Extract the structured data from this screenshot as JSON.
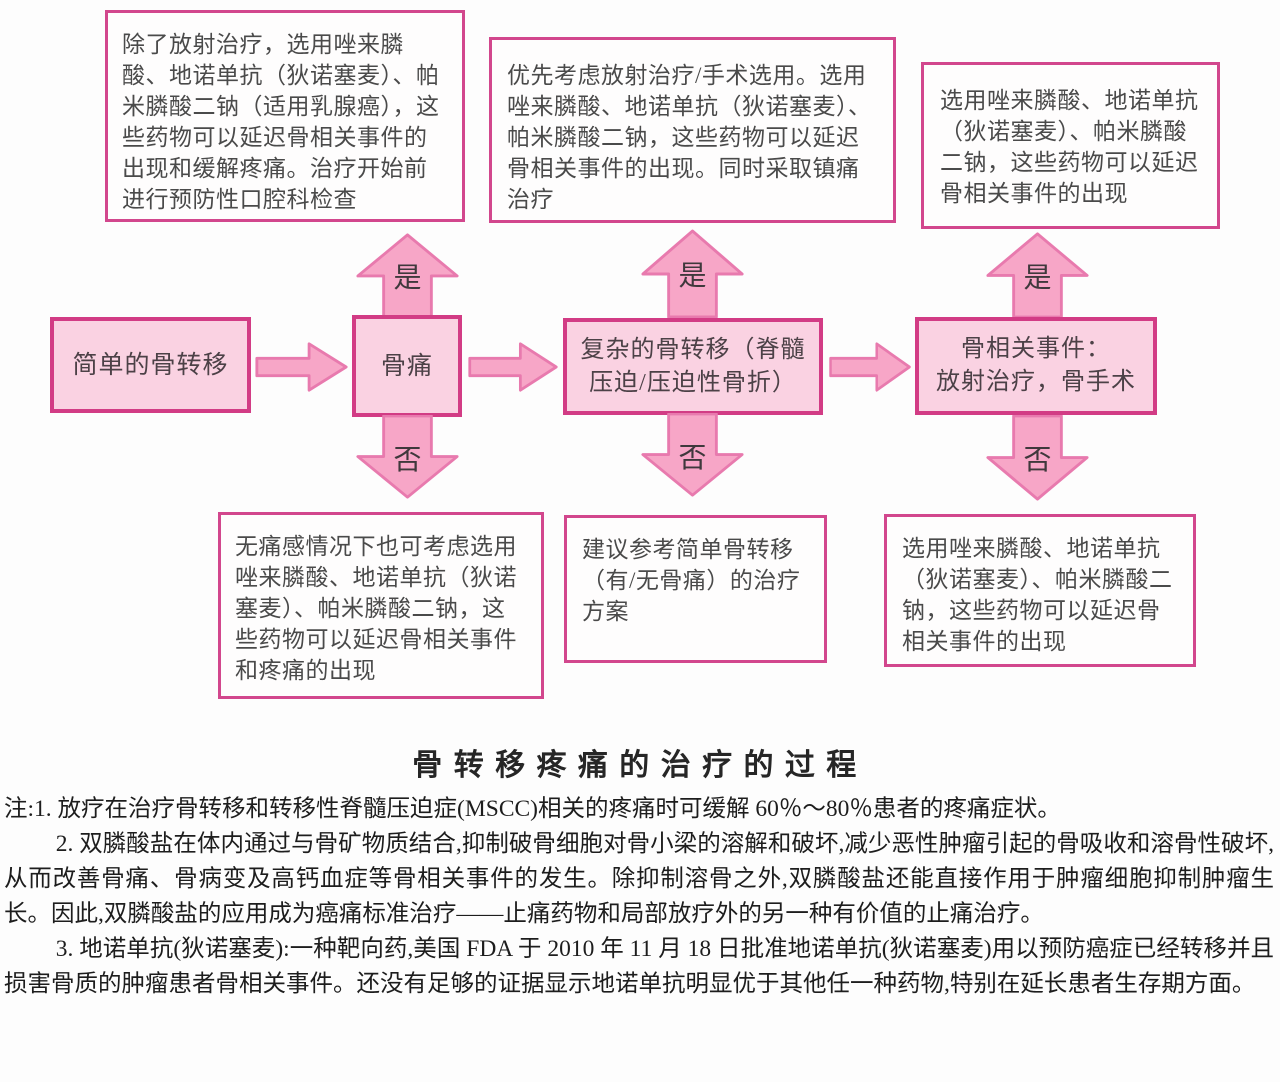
{
  "title": "骨转移疼痛的治疗的过程",
  "flowchart": {
    "top_boxes": [
      "除了放射治疗，选用唑来膦酸、地诺单抗（狄诺塞麦）、帕米膦酸二钠（适用乳腺癌），这些药物可以延迟骨相关事件的出现和缓解疼痛。治疗开始前进行预防性口腔科检查",
      "优先考虑放射治疗/手术选用。选用唑来膦酸、地诺单抗（狄诺塞麦）、帕米膦酸二钠，这些药物可以延迟骨相关事件的出现。同时采取镇痛治疗",
      "选用唑来膦酸、地诺单抗（狄诺塞麦）、帕米膦酸二钠，这些药物可以延迟骨相关事件的出现"
    ],
    "nodes": [
      "简单的骨转移",
      "骨痛",
      "复杂的骨转移（脊髓压迫/压迫性骨折）",
      "骨相关事件：\n放射治疗，骨手术"
    ],
    "branch_yes": "是",
    "branch_no": "否",
    "bottom_boxes": [
      "无痛感情况下也可考虑选用唑来膦酸、地诺单抗（狄诺塞麦）、帕米膦酸二钠，这些药物可以延迟骨相关事件和疼痛的出现",
      "建议参考简单骨转移（有/无骨痛）的治疗方案",
      "选用唑来膦酸、地诺单抗（狄诺塞麦）、帕米膦酸二钠，这些药物可以延迟骨相关事件的出现"
    ]
  },
  "notes": [
    "注:1. 放疗在治疗骨转移和转移性脊髓压迫症(MSCC)相关的疼痛时可缓解 60％～80％患者的疼痛症状。",
    "2. 双膦酸盐在体内通过与骨矿物质结合,抑制破骨细胞对骨小梁的溶解和破坏,减少恶性肿瘤引起的骨吸收和溶骨性破坏,从而改善骨痛、骨病变及高钙血症等骨相关事件的发生。除抑制溶骨之外,双膦酸盐还能直接作用于肿瘤细胞抑制肿瘤生长。因此,双膦酸盐的应用成为癌痛标准治疗——止痛药物和局部放疗外的另一种有价值的止痛治疗。",
    "3. 地诺单抗(狄诺塞麦):一种靶向药,美国 FDA 于 2010 年 11 月 18 日批准地诺单抗(狄诺塞麦)用以预防癌症已经转移并且损害骨质的肿瘤患者骨相关事件。还没有足够的证据显示地诺单抗明显优于其他任一种药物,特别在延长患者生存期方面。"
  ],
  "colors": {
    "box_border": "#d23c85",
    "node_fill": "#fad2e2",
    "arrow_fill": "#f7a6c7",
    "arrow_stroke": "#e87aae",
    "text": "#4a4a4a"
  }
}
